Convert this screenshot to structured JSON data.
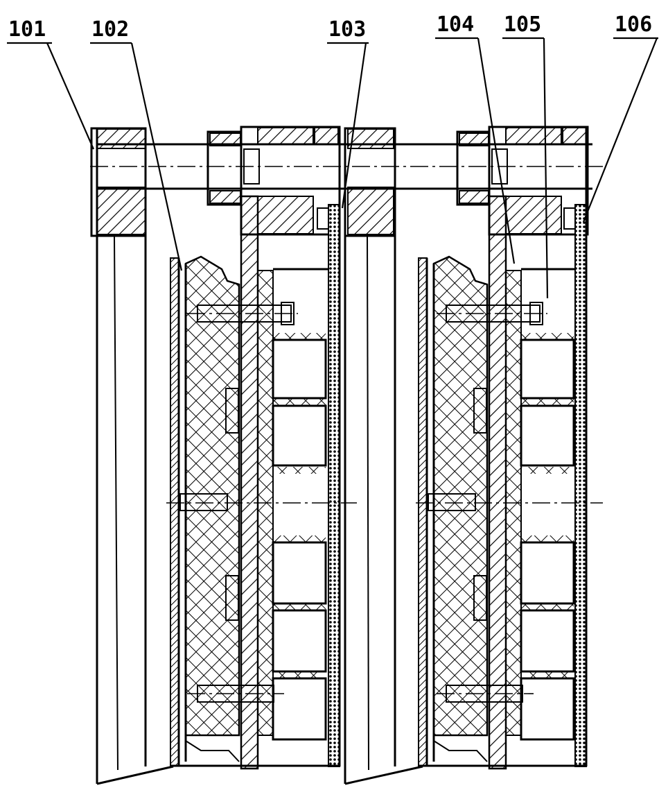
{
  "figure": {
    "labels": [
      {
        "id": "label-101",
        "text": "101"
      },
      {
        "id": "label-102",
        "text": "102"
      },
      {
        "id": "label-103",
        "text": "103"
      },
      {
        "id": "label-104",
        "text": "104"
      },
      {
        "id": "label-105",
        "text": "105"
      },
      {
        "id": "label-106",
        "text": "106"
      }
    ]
  }
}
